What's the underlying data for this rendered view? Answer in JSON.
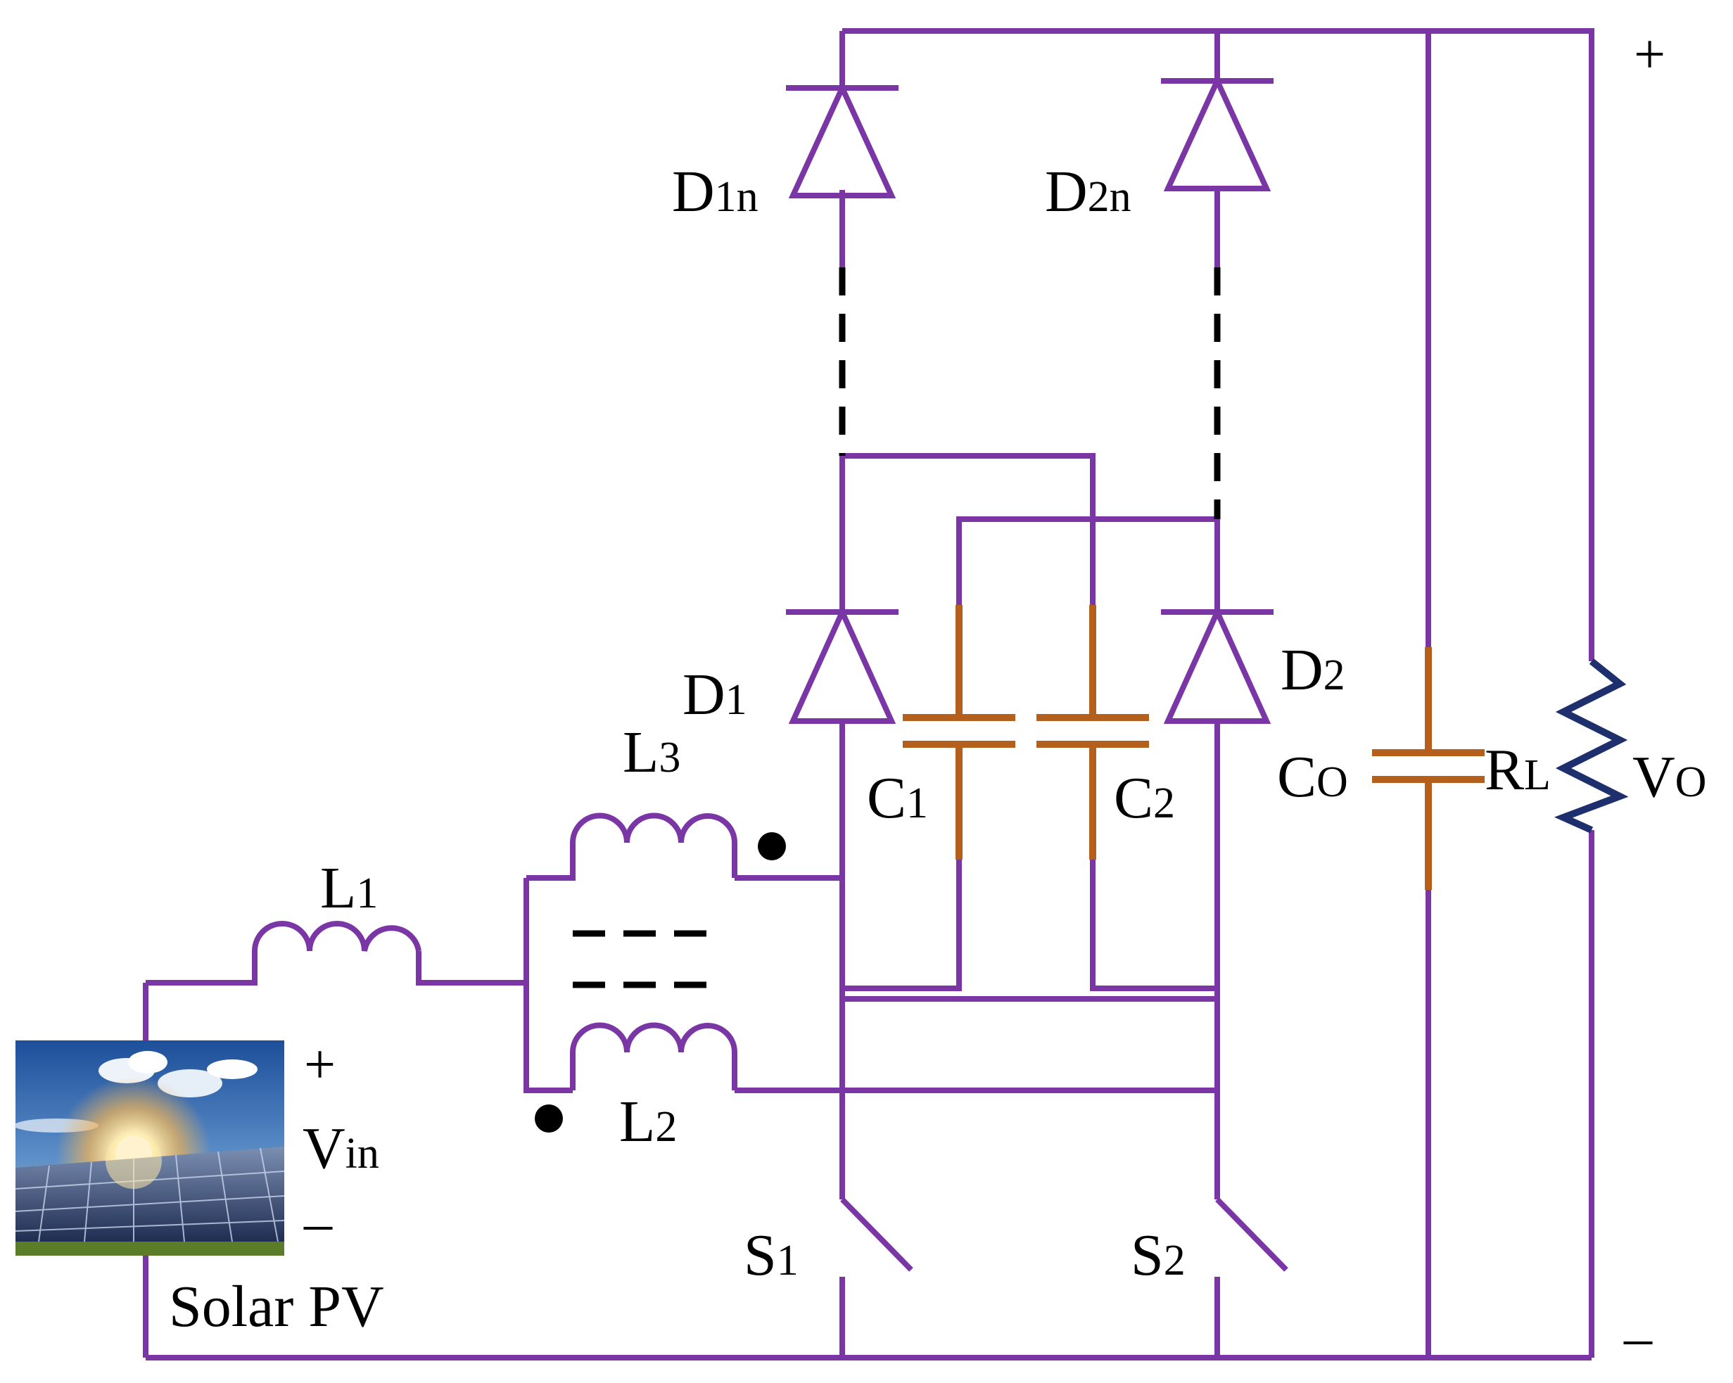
{
  "colors": {
    "wire": "#7b36a6",
    "capacitor": "#b45f1c",
    "resistor": "#1e2f6e",
    "dash": "#000000",
    "text": "#000000"
  },
  "labels": {
    "plus_out": "+",
    "minus_out": "–",
    "d1n": {
      "main": "D",
      "sub": "1n"
    },
    "d2n": {
      "main": "D",
      "sub": "2n"
    },
    "d1": {
      "main": "D",
      "sub": "1"
    },
    "d2": {
      "main": "D",
      "sub": "2"
    },
    "l3": {
      "main": "L",
      "sub": "3"
    },
    "l1": {
      "main": "L",
      "sub": "1"
    },
    "l2": {
      "main": "L",
      "sub": "2"
    },
    "c1": {
      "main": "C",
      "sub": "1"
    },
    "c2": {
      "main": "C",
      "sub": "2"
    },
    "co": {
      "main": "C",
      "sub": "O"
    },
    "rl": {
      "main": "R",
      "sub": "L"
    },
    "vo": {
      "main": "V",
      "sub": "O"
    },
    "s1": {
      "main": "S",
      "sub": "1"
    },
    "s2": {
      "main": "S",
      "sub": "2"
    },
    "vin": {
      "main": "V",
      "sub": "in"
    },
    "vin_plus": "+",
    "vin_minus": "–",
    "source": "Solar PV"
  },
  "icons": {
    "source_image": "solar-panel-photo-icon"
  }
}
